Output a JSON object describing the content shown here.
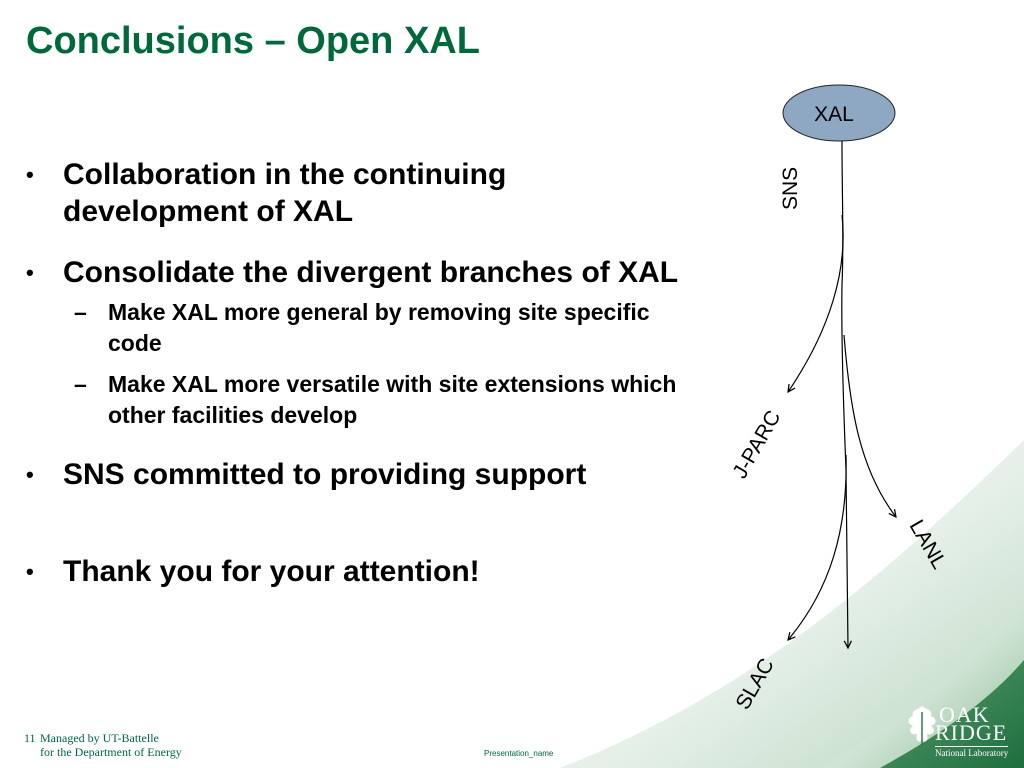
{
  "slide": {
    "title": "Conclusions – Open XAL",
    "bullets": [
      "Collaboration in the continuing development of XAL",
      "Consolidate the divergent branches of XAL",
      "SNS committed to providing support",
      "Thank you for your attention!"
    ],
    "sub_bullets": [
      "Make XAL more general by removing site specific code",
      "Make XAL more versatile with site extensions which other facilities develop"
    ],
    "bullet_glyph": "•",
    "sub_bullet_glyph": "–"
  },
  "diagram": {
    "root": "XAL",
    "trunk_label": "SNS",
    "branches": [
      "J-PARC",
      "LANL",
      "SLAC"
    ]
  },
  "footer": {
    "slide_number": "11",
    "managed_by": "Managed by UT-Battelle",
    "for_doe": "for the Department of Energy",
    "presentation_name": "Presentation_name"
  },
  "logo": {
    "oak": "OAK",
    "ridge": "RIDGE",
    "subtitle": "National Laboratory"
  },
  "colors": {
    "title_green": "#00693c",
    "node_fill": "#8ea7c2",
    "swoosh_green": "#3d8c5a"
  }
}
